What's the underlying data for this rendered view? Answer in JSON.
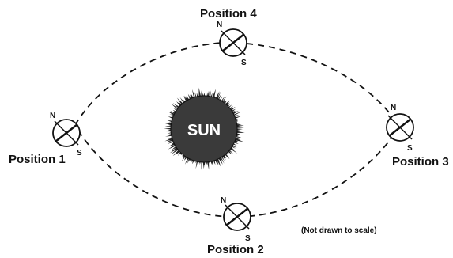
{
  "sun": {
    "label": "SUN"
  },
  "positions": [
    {
      "label": "Position 1",
      "north": "N",
      "south": "S"
    },
    {
      "label": "Position 2",
      "north": "N",
      "south": "S"
    },
    {
      "label": "Position 3",
      "north": "N",
      "south": "S"
    },
    {
      "label": "Position 4",
      "north": "N",
      "south": "S"
    }
  ],
  "note": "(Not drawn to scale)",
  "colors": {
    "ink": "#111111",
    "sun_fill": "#3a3a3a"
  }
}
